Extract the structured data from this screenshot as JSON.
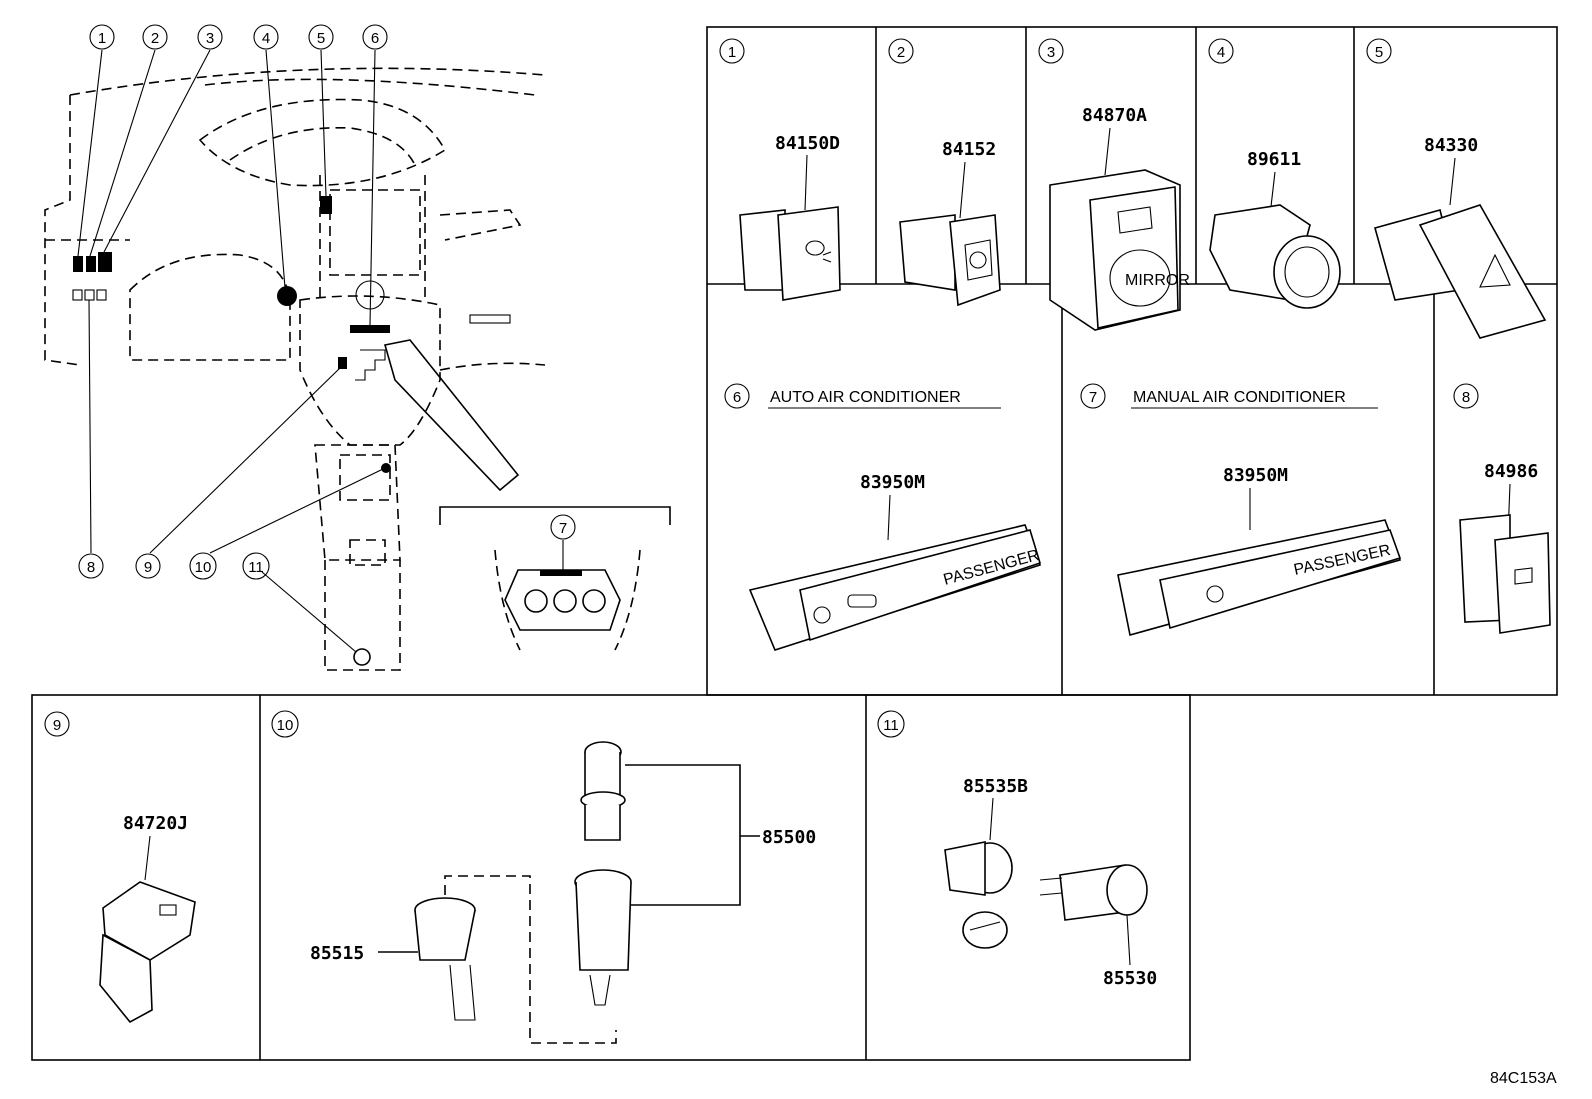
{
  "diagram_code": "84C153A",
  "overview": {
    "callouts": [
      "1",
      "2",
      "3",
      "4",
      "5",
      "6",
      "7",
      "8",
      "9",
      "10",
      "11"
    ],
    "inset_callout": "7"
  },
  "panels": [
    {
      "index": "1",
      "part_no": "84150D"
    },
    {
      "index": "2",
      "part_no": "84152"
    },
    {
      "index": "3",
      "part_no": "84870A",
      "button_text": "MIRROR"
    },
    {
      "index": "4",
      "part_no": "89611"
    },
    {
      "index": "5",
      "part_no": "84330"
    },
    {
      "index": "6",
      "title": "AUTO AIR CONDITIONER",
      "part_no": "83950M",
      "panel_text": "PASSENGER"
    },
    {
      "index": "7",
      "title": "MANUAL AIR CONDITIONER",
      "part_no": "83950M",
      "panel_text": "PASSENGER"
    },
    {
      "index": "8",
      "part_no": "84986"
    },
    {
      "index": "9",
      "part_no": "84720J"
    },
    {
      "index": "10",
      "part_nos": [
        "85500",
        "85515"
      ]
    },
    {
      "index": "11",
      "part_nos": [
        "85535B",
        "85530"
      ]
    }
  ]
}
